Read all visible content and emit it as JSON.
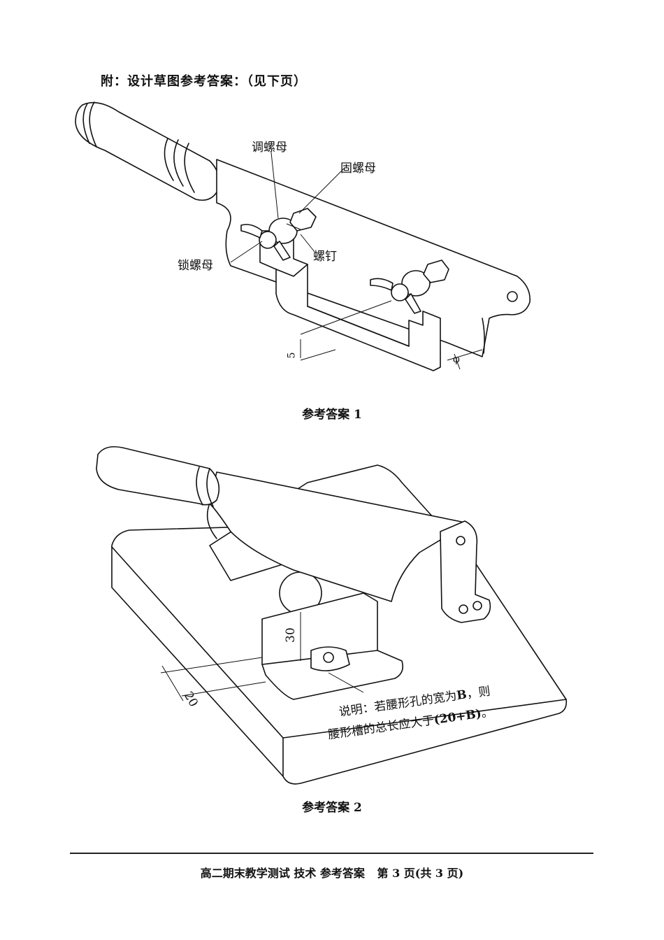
{
  "heading": "附：设计草图参考答案：（见下页）",
  "figure1": {
    "caption": "参考答案 1",
    "labels": {
      "adjust_nut": "调螺母",
      "fixed_nut": "固螺母",
      "wing_nut": "锁螺母",
      "screw": "螺钉"
    },
    "dims": {
      "d1": "5",
      "d2": "φ"
    }
  },
  "figure2": {
    "caption": "参考答案 2",
    "dims": {
      "height": "30",
      "offset": "20"
    },
    "note": {
      "line1_prefix": "说明：若腰形孔的宽为",
      "line1_var": "B",
      "line1_suffix": "，则",
      "line2_prefix": "腰形槽的总长应大于",
      "line2_value": "(20+B)",
      "line2_suffix": "。"
    }
  },
  "footer": {
    "title": "高二期末教学测试 技术 参考答案",
    "page": "第 3 页(共 3 页)"
  }
}
